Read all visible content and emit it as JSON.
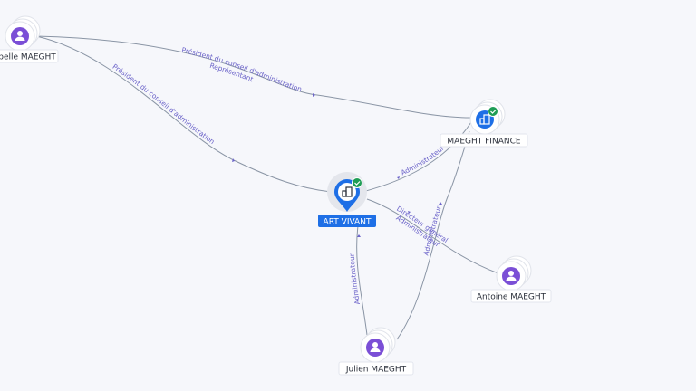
{
  "nodes": {
    "isabelle": {
      "label": "belle MAEGHT",
      "kind": "person"
    },
    "maeght_finance": {
      "label": "MAEGHT FINANCE",
      "kind": "company",
      "verified": true
    },
    "art_vivant": {
      "label": "ART VIVANT",
      "kind": "company-main",
      "verified": true
    },
    "antoine": {
      "label": "Antoine MAEGHT",
      "kind": "person"
    },
    "julien": {
      "label": "Julien MAEGHT",
      "kind": "person"
    }
  },
  "edges": {
    "isabelle_finance": {
      "labels": [
        "Président du conseil d'administration",
        "Représentant"
      ]
    },
    "isabelle_art": {
      "labels": [
        "Président du conseil d'administration"
      ]
    },
    "art_finance": {
      "labels": [
        "Administrateur"
      ]
    },
    "art_antoine": {
      "labels": [
        "Directeur général",
        "Administrateur"
      ]
    },
    "julien_art": {
      "labels": [
        "Administrateur"
      ]
    },
    "julien_finance": {
      "labels": [
        "Administrateur"
      ]
    }
  },
  "icons": {
    "person": "person-icon",
    "company": "building-icon",
    "verified": "check-badge-icon"
  },
  "colors": {
    "person_icon": "#7b4fd6",
    "company_icon": "#1e6fe6",
    "verified_badge": "#1f9d55",
    "edge": "#8a95a5",
    "edge_label": "#6b63c9"
  }
}
